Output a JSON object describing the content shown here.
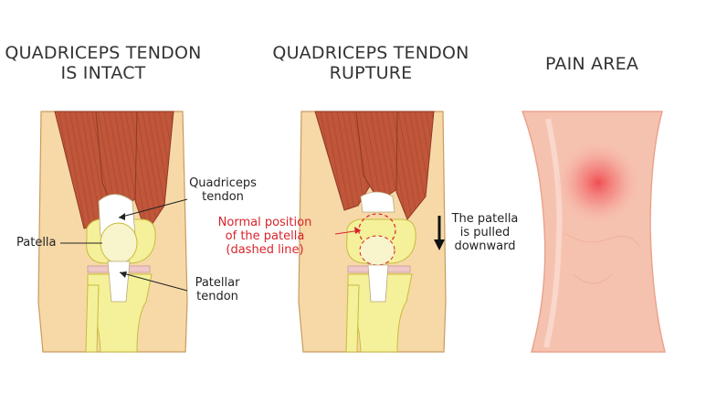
{
  "panels": [
    {
      "title_line1": "QUADRICEPS TENDON",
      "title_line2": "IS INTACT"
    },
    {
      "title_line1": "QUADRICEPS TENDON",
      "title_line2": "RUPTURE"
    },
    {
      "title_line1": "PAIN AREA",
      "title_line2": ""
    }
  ],
  "labels": {
    "quad_tendon_1": "Quadriceps",
    "quad_tendon_2": "tendon",
    "patella": "Patella",
    "patellar_tendon_1": "Patellar",
    "patellar_tendon_2": "tendon",
    "normal_pos_1": "Normal position",
    "normal_pos_2": "of the patella",
    "normal_pos_3": "(dashed line)",
    "pulled_1": "The patella",
    "pulled_2": "is pulled",
    "pulled_3": "downward"
  },
  "colors": {
    "skin": "#f7d9a8",
    "muscle": "#c0563a",
    "bone": "#f5f09a",
    "tendon": "#ffffff",
    "annotation_red": "#d8242b",
    "pain_skin": "#f6c2b0",
    "pain_spot": "#f0484e"
  }
}
